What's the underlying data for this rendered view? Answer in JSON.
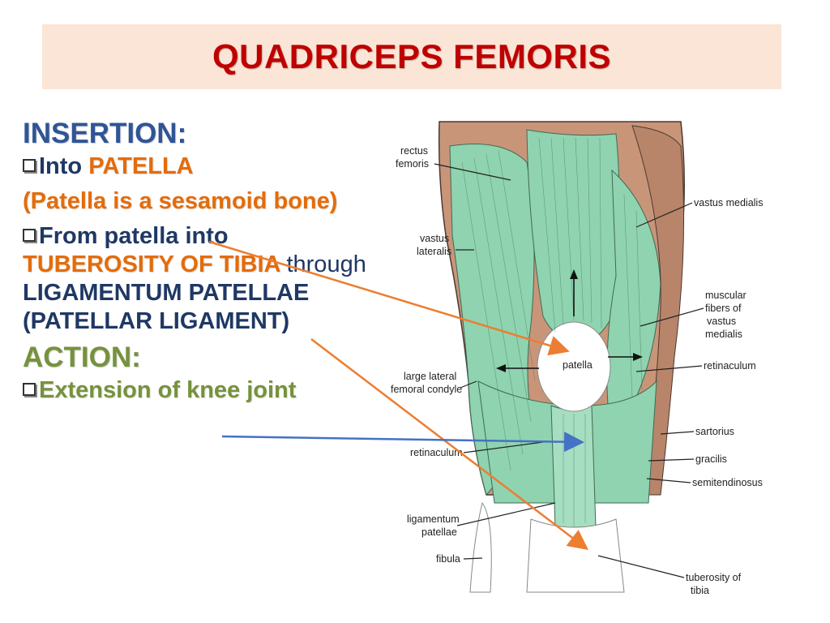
{
  "title": "QUADRICEPS FEMORIS",
  "insertion": {
    "heading": "INSERTION:",
    "item1": {
      "prefix": "Into ",
      "highlight": "PATELLA"
    },
    "note": "(Patella is a sesamoid bone)",
    "item2": {
      "prefix": "From patella into ",
      "highlight1": "TUBEROSITY OF TIBIA",
      "middle": "through ",
      "highlight2": "LIGAMENTUM PATELLAE (PATELLAR LIGAMENT)"
    }
  },
  "action": {
    "heading": "ACTION:",
    "item": "Extension of knee joint"
  },
  "figure_labels": {
    "rectus_femoris": [
      "rectus",
      "femoris"
    ],
    "vastus_lateralis": [
      "vastus",
      "lateralis"
    ],
    "vastus_medialis": "vastus medialis",
    "muscular_fibers": [
      "muscular",
      "fibers of",
      "vastus",
      "medialis"
    ],
    "patella": "patella",
    "retinaculum_right": "retinaculum",
    "lateral_condyle": [
      "large lateral",
      "femoral condyle"
    ],
    "sartorius": "sartorius",
    "gracilis": "gracilis",
    "semitendinosus": "semitendinosus",
    "retinaculum_left": "retinaculum",
    "ligamentum_patellae": [
      "ligamentum",
      "patellae"
    ],
    "fibula": "fibula",
    "tuberosity_of_tibia": [
      "tuberosity of",
      "tibia"
    ]
  },
  "colors": {
    "title": "#c00000",
    "title_bg": "#fbe5d6",
    "insertion_heading": "#2f5597",
    "highlight": "#e46c0a",
    "action": "#76923c",
    "muscle_green": "#8fd3b0",
    "muscle_brown": "#c99579",
    "arrow_orange": "#ed7d31",
    "arrow_blue": "#4472c4"
  }
}
